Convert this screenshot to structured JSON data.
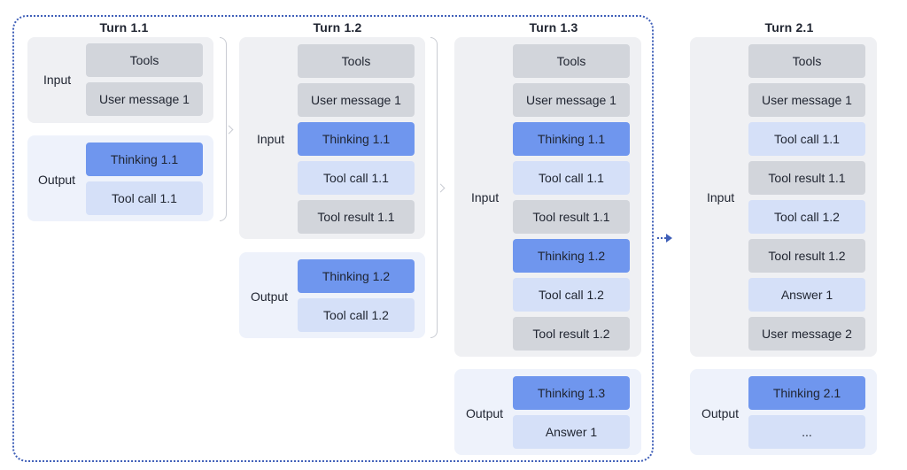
{
  "turns": [
    {
      "title": "Turn 1.1",
      "input_label": "Input",
      "input_blocks": [
        "Tools",
        "User message 1"
      ],
      "output_label": "Output",
      "output_blocks": [
        "Thinking 1.1",
        "Tool call 1.1"
      ]
    },
    {
      "title": "Turn 1.2",
      "input_label": "Input",
      "input_blocks": [
        "Tools",
        "User message 1",
        "Thinking 1.1",
        "Tool call 1.1",
        "Tool result 1.1"
      ],
      "output_label": "Output",
      "output_blocks": [
        "Thinking 1.2",
        "Tool call 1.2"
      ]
    },
    {
      "title": "Turn 1.3",
      "input_label": "Input",
      "input_blocks": [
        "Tools",
        "User message 1",
        "Thinking 1.1",
        "Tool call 1.1",
        "Tool result 1.1",
        "Thinking 1.2",
        "Tool call 1.2",
        "Tool result 1.2"
      ],
      "output_label": "Output",
      "output_blocks": [
        "Thinking 1.3",
        "Answer 1"
      ]
    },
    {
      "title": "Turn 2.1",
      "input_label": "Input",
      "input_blocks": [
        "Tools",
        "User message 1",
        "Tool call 1.1",
        "Tool result 1.1",
        "Tool call 1.2",
        "Tool result 1.2",
        "Answer 1",
        "User message 2"
      ],
      "output_label": "Output",
      "output_blocks": [
        "Thinking 2.1",
        "..."
      ]
    }
  ],
  "colors": {
    "gray_block": "#d2d5db",
    "thinking_block": "#6f96ee",
    "tool_block": "#d5e0f8",
    "input_panel": "#eff0f3",
    "output_panel": "#eef2fb",
    "frame": "#3f5fb8"
  }
}
